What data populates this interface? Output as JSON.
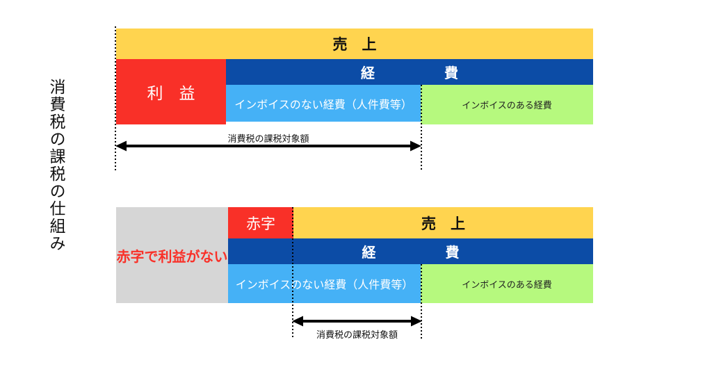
{
  "title": {
    "text": "消費税の課税の仕組み"
  },
  "colors": {
    "yellow": "#FFD44F",
    "red": "#F93028",
    "dark_blue": "#0C4CA6",
    "light_blue": "#45B1F6",
    "green": "#B6F97E",
    "gray": "#D6D6D6",
    "arrow": "#000000"
  },
  "diagram_top": {
    "sales_label": "売　上",
    "expenses_label": "経　　　　　費",
    "profit_label": "利　益",
    "no_invoice_label": "インボイスのない経費（人件費等）",
    "with_invoice_label": "インボイスのある経費",
    "taxable_label": "消費税の課税対象額"
  },
  "diagram_bottom": {
    "deficit_note_label": "赤字で利益がない",
    "deficit_label": "赤字",
    "sales_label": "売　上",
    "expenses_label": "経　　　　　費",
    "no_invoice_label": "インボイスのない経費（人件費等）",
    "with_invoice_label": "インボイスのある経費",
    "taxable_label": "消費税の課税対象額"
  }
}
